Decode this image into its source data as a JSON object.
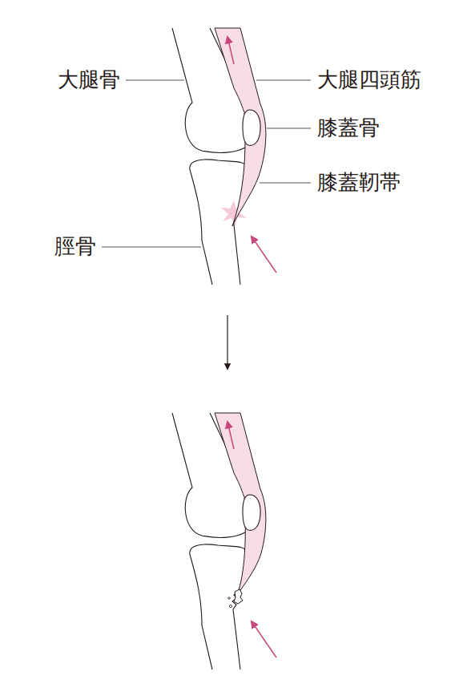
{
  "diagram": {
    "labels": [
      "大腿骨",
      "大腿四頭筋",
      "膝蓋骨",
      "膝蓋靭帯",
      "脛骨"
    ]
  }
}
